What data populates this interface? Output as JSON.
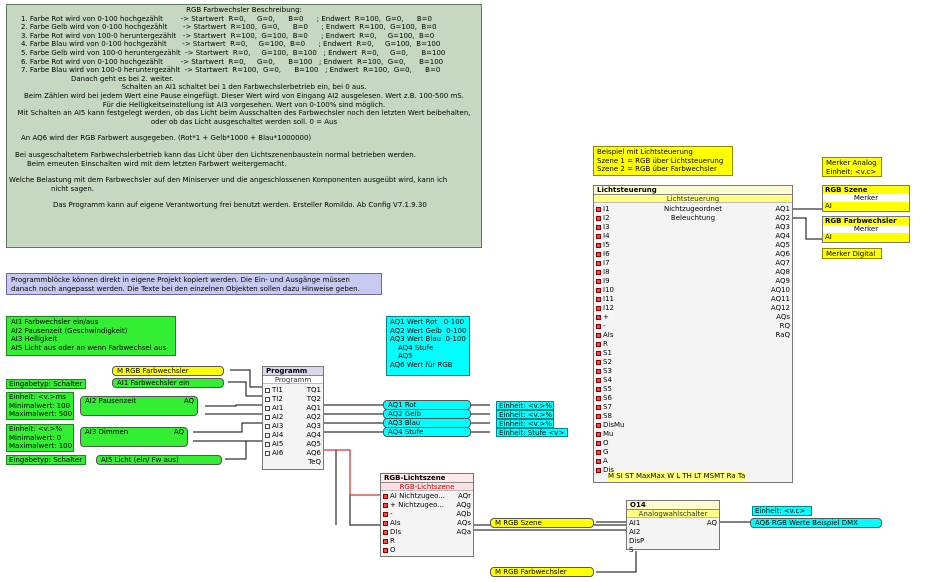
{
  "description": {
    "title": "RGB Farbwechsler Beschreibung:",
    "steps": [
      "1. Farbe Rot wird von 0-100 hochgezählt        -> Startwert  R=0,     G=0,      B=0      ; Endwert  R=100,  G=0,      B=0",
      "2. Farbe Gelb wird von 0-100 hochgezählt       -> Startwert  R=100,  G=0,      B=0      ; Endwert  R=100,  G=100,  B=0",
      "3. Farbe Rot wird von 100-0 heruntergezählt   -> Startwert  R=100,  G=100,  B=0      ; Endwert  R=0,     G=100,  B=0",
      "4. Farbe Blau wird von 0-100 hochgezählt       -> Startwert  R=0,     G=100,  B=0      ; Endwert  R=0,     G=100,  B=100",
      "5. Farbe Gelb wird von 100-0 heruntergezählt  -> Startwert  R=0,     G=100,  B=100   ; Endwert  R=0,     G=0,      B=100",
      "6. Farbe Rot wird von 0-100 hochgezählt        -> Startwert  R=0,     G=0,      B=100   ; Endwert  R=100,  G=0,      B=100",
      "7. Farbe Blau wird von 100-0 heruntergezählt  -> Startwert  R=100,  G=0,      B=100   ; Endwert  R=100,  G=0,      B=0"
    ],
    "after_steps": "Danach geht es bei 2. weiter.",
    "para1": [
      "Schalten an AI1 schaltet bei 1 den Farbwechslerbetrieb ein, bei 0 aus.",
      "Beim Zählen wird bei jedem Wert eine Pause eingefügt. Dieser Wert wird von Eingang AI2 ausgelesen. Wert z.B. 100-500 mS.",
      "Für die Helligkeitseinstellung ist AI3 vorgesehen. Wert von 0-100% sind möglich.",
      "Mit Schalten an AI5 kann festgelegt werden, ob das Licht beim Ausschalten des Farbwechsler noch den letzten Wert beibehalten,",
      "oder ob das Licht ausgeschaltet werden soll. 0 = Aus"
    ],
    "para2": "An AQ6 wird der RGB Farbwert ausgegeben. (Rot*1 + Gelb*1000 + Blau*1000000)",
    "para3": [
      "Bei ausgeschaltetem Farbwechslerbetrieb kann das Licht über den Lichtszenenbaustein normal betrieben werden.",
      "Beim erneuten Einschalten wird mit dem letzten Farbwert weitergemacht."
    ],
    "para4": [
      "Welche Belastung mit dem Farbwechsler auf den Miniserver und die angeschlossenen Komponenten ausgeübt wird, kann ich",
      "nicht sagen."
    ],
    "footer": "Das Programm kann auf eigene Verantwortung frei benutzt werden. Ersteller Romildo. Ab Config V7.1.9.30"
  },
  "hint": [
    "Programmblöcke können direkt in eigene Projekt kopiert werden. Die Ein- und Ausgänge müssen",
    "danach noch angepasst werden. Die Texte bei den einzelnen Objekten sollen dazu Hinweise geben."
  ],
  "inputs_note": [
    "AI1 Farbwechsler ein/aus",
    "AI2 Pausenzeit (Geschwindigkeit)",
    "AI3 Helligkeit",
    "AI5 Licht aus oder an wenn Farbwechsel aus"
  ],
  "outputs_note": [
    "AQ1 Wert Rot   0-100",
    "AQ2 Wert Gelb  0-100",
    "AQ3 Wert Blau  0-100",
    "AQ4 Stufe",
    "AQ5",
    "AQ6 Wert für RGB"
  ],
  "example_note": [
    "Beispiel mit Lichtsteuerung",
    "Szene 1 = RGB über Lichtsteuerung",
    "Szene 2 = RGB über Farbwechsler"
  ],
  "merker_note": [
    "Merker Analog",
    "Einheit: <v.c>"
  ],
  "merker_digital": "Merker Digital",
  "left_labels": {
    "type_schalter1": "Eingabetyp: Schalter",
    "analog1": [
      "Einheit: <v.>ms",
      "Minimalwert: 100",
      "Maximalwert: 500"
    ],
    "analog2": [
      "Einheit: <v.>%",
      "Minimalwert: 0",
      "Maximalwert: 100"
    ],
    "type_schalter2": "Eingabetyp: Schalter"
  },
  "objects": {
    "rgb_farbwechsler": "M RGB Farbwechsler",
    "ai1": "AI1 Farbwechsler ein",
    "ai2": "AI2 Pausenzeit",
    "ai2_pin": "AQ",
    "ai3": "AI3 Dimmen",
    "ai3_pin": "AQ",
    "ai5": "AI5 Licht (ein/ Fw aus)",
    "aq1": "AQ1 Rot",
    "aq2": "AQ2 Gelb",
    "aq3": "AQ3 Blau",
    "aq4": "AQ4 Stufe",
    "unit1": "Einheit: <v.>%",
    "unit2": "Einheit: <v.>%",
    "unit3": "Einheit: <v.>%",
    "unit4": "Einheit: Stufe <v>",
    "rgb_szene_in": "M RGB Szene",
    "rgb_fw_bottom": "M RGB Farbwechsler",
    "aq6_out": "AQ6 RGB Werte Beispiel DMX",
    "unit_out": "Einheit: <v.c>"
  },
  "programm": {
    "title": "Programm",
    "sub": "Programm",
    "inputs": [
      "TI1",
      "TI2",
      "AI1",
      "AI2",
      "AI3",
      "AI4",
      "AI5",
      "AI6"
    ],
    "outputs": [
      "TQ1",
      "TQ2",
      "AQ1",
      "AQ2",
      "AQ3",
      "AQ4",
      "AQ5",
      "AQ6",
      "TeQ"
    ]
  },
  "lichtszene": {
    "title": "RGB-Lichtszene",
    "sub": "RGB-Lichtszene",
    "inputs": [
      "AI Nichtzugeo...",
      "+ Nichtzugeo...",
      "-",
      "AIs",
      "DIs",
      "R",
      "O"
    ],
    "outputs": [
      "AQr",
      "AQg",
      "AQb",
      "AQs",
      "AQa"
    ]
  },
  "lichtsteuerung": {
    "title": "Lichtsteuerung",
    "sub": "Lichtsteuerung",
    "desc": [
      "Nichtzugeordnet",
      "Beleuchtung"
    ],
    "inputs": [
      "I1",
      "I2",
      "I3",
      "I4",
      "I5",
      "I6",
      "I7",
      "I8",
      "I9",
      "I10",
      "I11",
      "I12",
      "+",
      "-",
      "AIs",
      "R",
      "S1",
      "S2",
      "S3",
      "S4",
      "S5",
      "S6",
      "S7",
      "S8",
      "DisMu",
      "Mu",
      "O",
      "G",
      "A",
      "Dis"
    ],
    "outputs": [
      "AQ1",
      "AQ2",
      "AQ3",
      "AQ4",
      "AQ5",
      "AQ6",
      "AQ7",
      "AQ8",
      "AQ9",
      "AQ10",
      "AQ11",
      "AQ12",
      "AQs",
      "RQ",
      "RaQ"
    ],
    "bottom": "M SI ST MaxMax W L TH LT MSMT Ra Ta"
  },
  "analogwahl": {
    "title": "O14",
    "sub": "Analogwahlschalter",
    "inputs": [
      "AI1",
      "AI2",
      "DisP",
      "S"
    ],
    "outputs": [
      "AQ"
    ]
  },
  "merker1": {
    "title": "RGB Szene",
    "sub": "Merker",
    "pin": "AI"
  },
  "merker2": {
    "title": "RGB Farbwechsler",
    "sub": "Merker",
    "pin": "AI"
  }
}
